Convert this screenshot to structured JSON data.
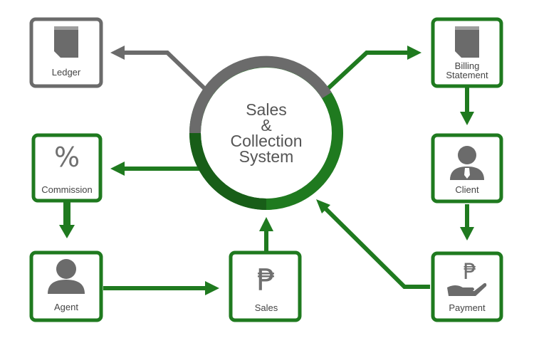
{
  "center": {
    "line1": "Sales",
    "line2": "&",
    "line3": "Collection",
    "line4": "System"
  },
  "nodes": {
    "ledger": {
      "label": "Ledger",
      "icon": "book-icon"
    },
    "billing": {
      "label_line1": "Billing",
      "label_line2": "Statement",
      "icon": "book-icon"
    },
    "commission": {
      "label": "Commission",
      "icon": "percent-icon",
      "symbol": "%"
    },
    "client": {
      "label": "Client",
      "icon": "user-tie-icon"
    },
    "agent": {
      "label": "Agent",
      "icon": "user-icon"
    },
    "sales": {
      "label": "Sales",
      "icon": "peso-icon",
      "symbol": "₱"
    },
    "payment": {
      "label": "Payment",
      "icon": "peso-hand-icon",
      "symbol": "₱"
    }
  },
  "colors": {
    "green": "#1f7a1f",
    "dark_green": "#185e18",
    "gray": "#6b6b6b",
    "text": "#444444"
  }
}
